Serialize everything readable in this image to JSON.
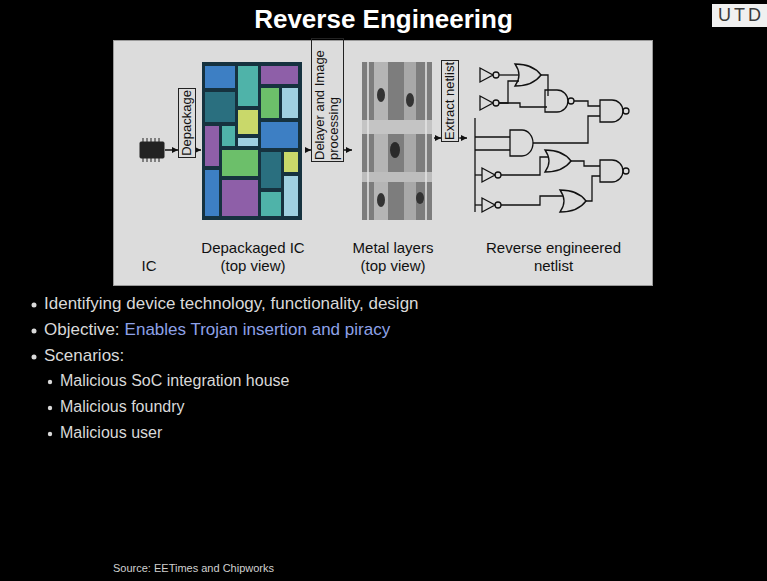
{
  "diagram": {
    "title": "Reverse Engineering",
    "nodes": [
      {
        "text": [
          "IC"
        ]
      },
      {
        "text": [
          "Depackage"
        ]
      },
      {
        "text": [
          "Depackaged IC (top view)"
        ]
      },
      {
        "text": [
          "Delayer and Image processing"
        ]
      },
      {
        "text": [
          "Metal layers (top view)"
        ]
      },
      {
        "text": [
          "Extract netlist"
        ]
      },
      {
        "text": [
          "Reverse engineered netlist"
        ]
      }
    ],
    "edges": [
      {
        "from": 0,
        "to": 1,
        "arrow": "to"
      },
      {
        "from": 1,
        "to": 2,
        "arrow": "to"
      },
      {
        "from": 2,
        "to": 3,
        "arrow": "to"
      },
      {
        "from": 3,
        "to": 4,
        "arrow": "to"
      },
      {
        "from": 4,
        "to": 5,
        "arrow": "to"
      },
      {
        "from": 5,
        "to": 6,
        "arrow": "to"
      }
    ],
    "labels": [
      "UTD",
      "Identifying device technology, functionality, design",
      "Objective:",
      "Enables Trojan insertion and piracy",
      "Scenarios:",
      "Malicious SoC integration house",
      "Malicious foundry",
      "Malicious user",
      "Source: EETimes and Chipworks"
    ]
  }
}
